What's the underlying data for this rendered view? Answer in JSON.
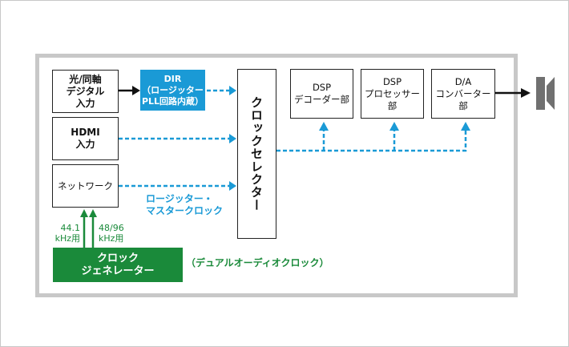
{
  "diagram": {
    "inputs": [
      {
        "id": "optical",
        "label": "光/同軸\nデジタル\n入力"
      },
      {
        "id": "hdmi",
        "label": "HDMI\n入力"
      },
      {
        "id": "network",
        "label": "ネットワーク"
      }
    ],
    "dir": {
      "label": "DIR\n（ロージッター\nPLL回路内蔵）"
    },
    "clock_selector": {
      "label": "クロックセレクター"
    },
    "processing": [
      {
        "id": "dsp-decoder",
        "label": "DSP\nデコーダー部"
      },
      {
        "id": "dsp-processor",
        "label": "DSP\nプロセッサー部"
      },
      {
        "id": "da-converter",
        "label": "D/A\nコンバーター部"
      }
    ],
    "clock_generator": {
      "label": "クロック\nジェネレーター"
    },
    "annotations": {
      "low_jitter_clock": "ロージッター・\nマスタークロック",
      "freq_441": "44.1\nkHz用",
      "freq_4896": "48/96\nkHz用",
      "dual_clock": "（デュアルオーディオクロック）"
    },
    "colors": {
      "blue": "#1a9ad6",
      "green": "#1a8a3a",
      "frame_gray": "#c8c8c8",
      "speaker_gray": "#707070",
      "line_black": "#111111"
    }
  }
}
